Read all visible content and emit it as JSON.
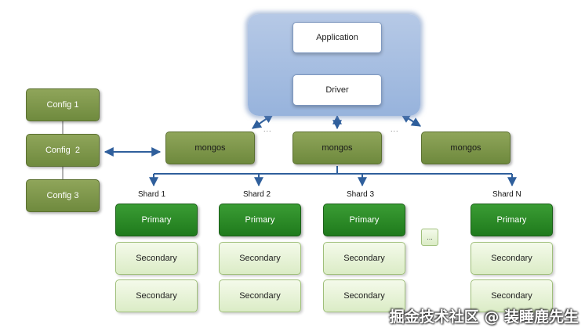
{
  "cluster": {
    "application": "Application",
    "driver": "Driver"
  },
  "configs": [
    "Config 1",
    "Config  2",
    "Config 3"
  ],
  "mongos": [
    "mongos",
    "mongos",
    "mongos"
  ],
  "ellipsis": "...",
  "shards": [
    {
      "label": "Shard 1",
      "primary": "Primary",
      "secondaries": [
        "Secondary",
        "Secondary"
      ]
    },
    {
      "label": "Shard 2",
      "primary": "Primary",
      "secondaries": [
        "Secondary",
        "Secondary"
      ]
    },
    {
      "label": "Shard 3",
      "primary": "Primary",
      "secondaries": [
        "Secondary",
        "Secondary"
      ]
    },
    {
      "label": "Shard N",
      "primary": "Primary",
      "secondaries": [
        "Secondary",
        "Secondary"
      ]
    }
  ],
  "watermark": "掘金技术社区 @ 装睡鹿先生",
  "colors": {
    "connector": "#2f5f9c",
    "cluster_bg": "#a8bfe3",
    "config_green": "#7a9446",
    "primary_green": "#2a8a26",
    "secondary_bg": "#e6f2d6"
  }
}
